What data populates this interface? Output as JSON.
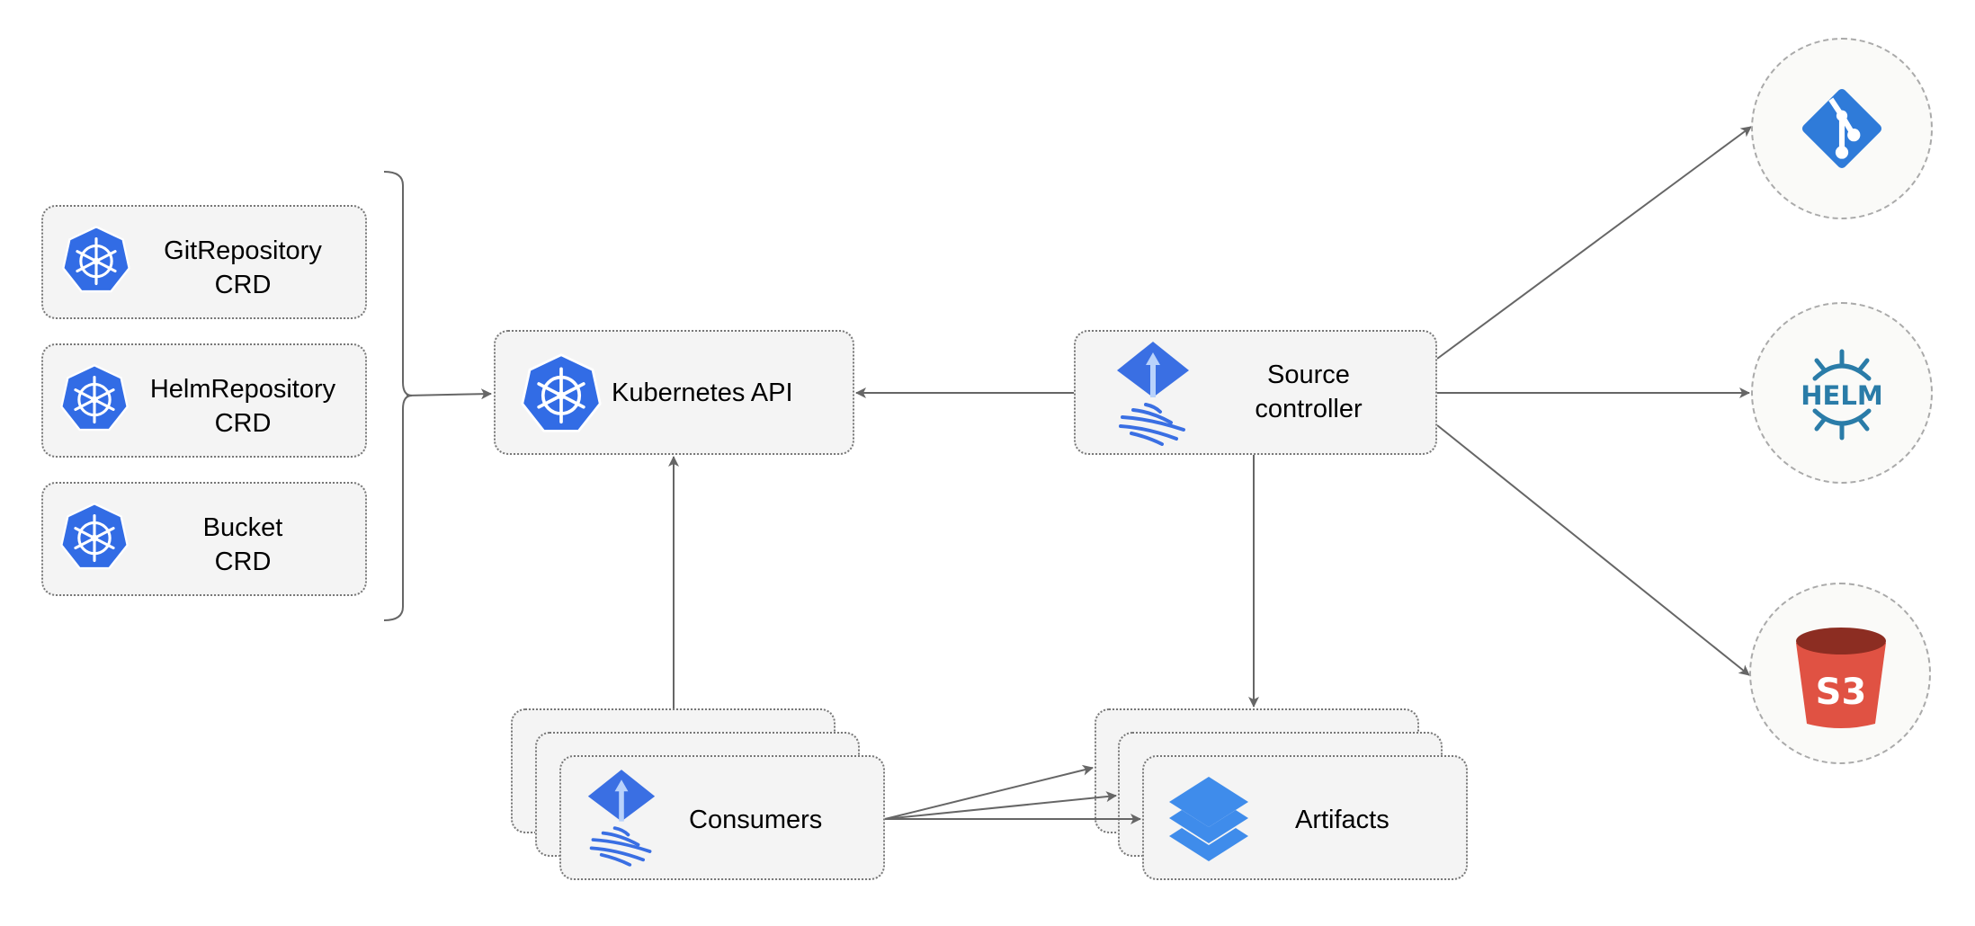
{
  "crds": [
    {
      "name": "GitRepository",
      "kind": "CRD"
    },
    {
      "name": "HelmRepository",
      "kind": "CRD"
    },
    {
      "name": "Bucket",
      "kind": "CRD"
    }
  ],
  "kubernetes_api": {
    "label": "Kubernetes API"
  },
  "source_controller": {
    "line1": "Source",
    "line2": "controller"
  },
  "consumers": {
    "label": "Consumers"
  },
  "artifacts": {
    "label": "Artifacts"
  },
  "sources": [
    {
      "icon": "git-icon",
      "color": "#2f7bd9"
    },
    {
      "icon": "helm-icon",
      "text": "HELM",
      "color": "#2a7ca8"
    },
    {
      "icon": "s3-bucket-icon",
      "text": "S3",
      "color": "#e05243"
    }
  ],
  "colors": {
    "k8s_blue": "#326ce5",
    "flux_blue": "#3a6fe3",
    "arrow": "#666666",
    "box_fill": "#f4f4f4"
  }
}
